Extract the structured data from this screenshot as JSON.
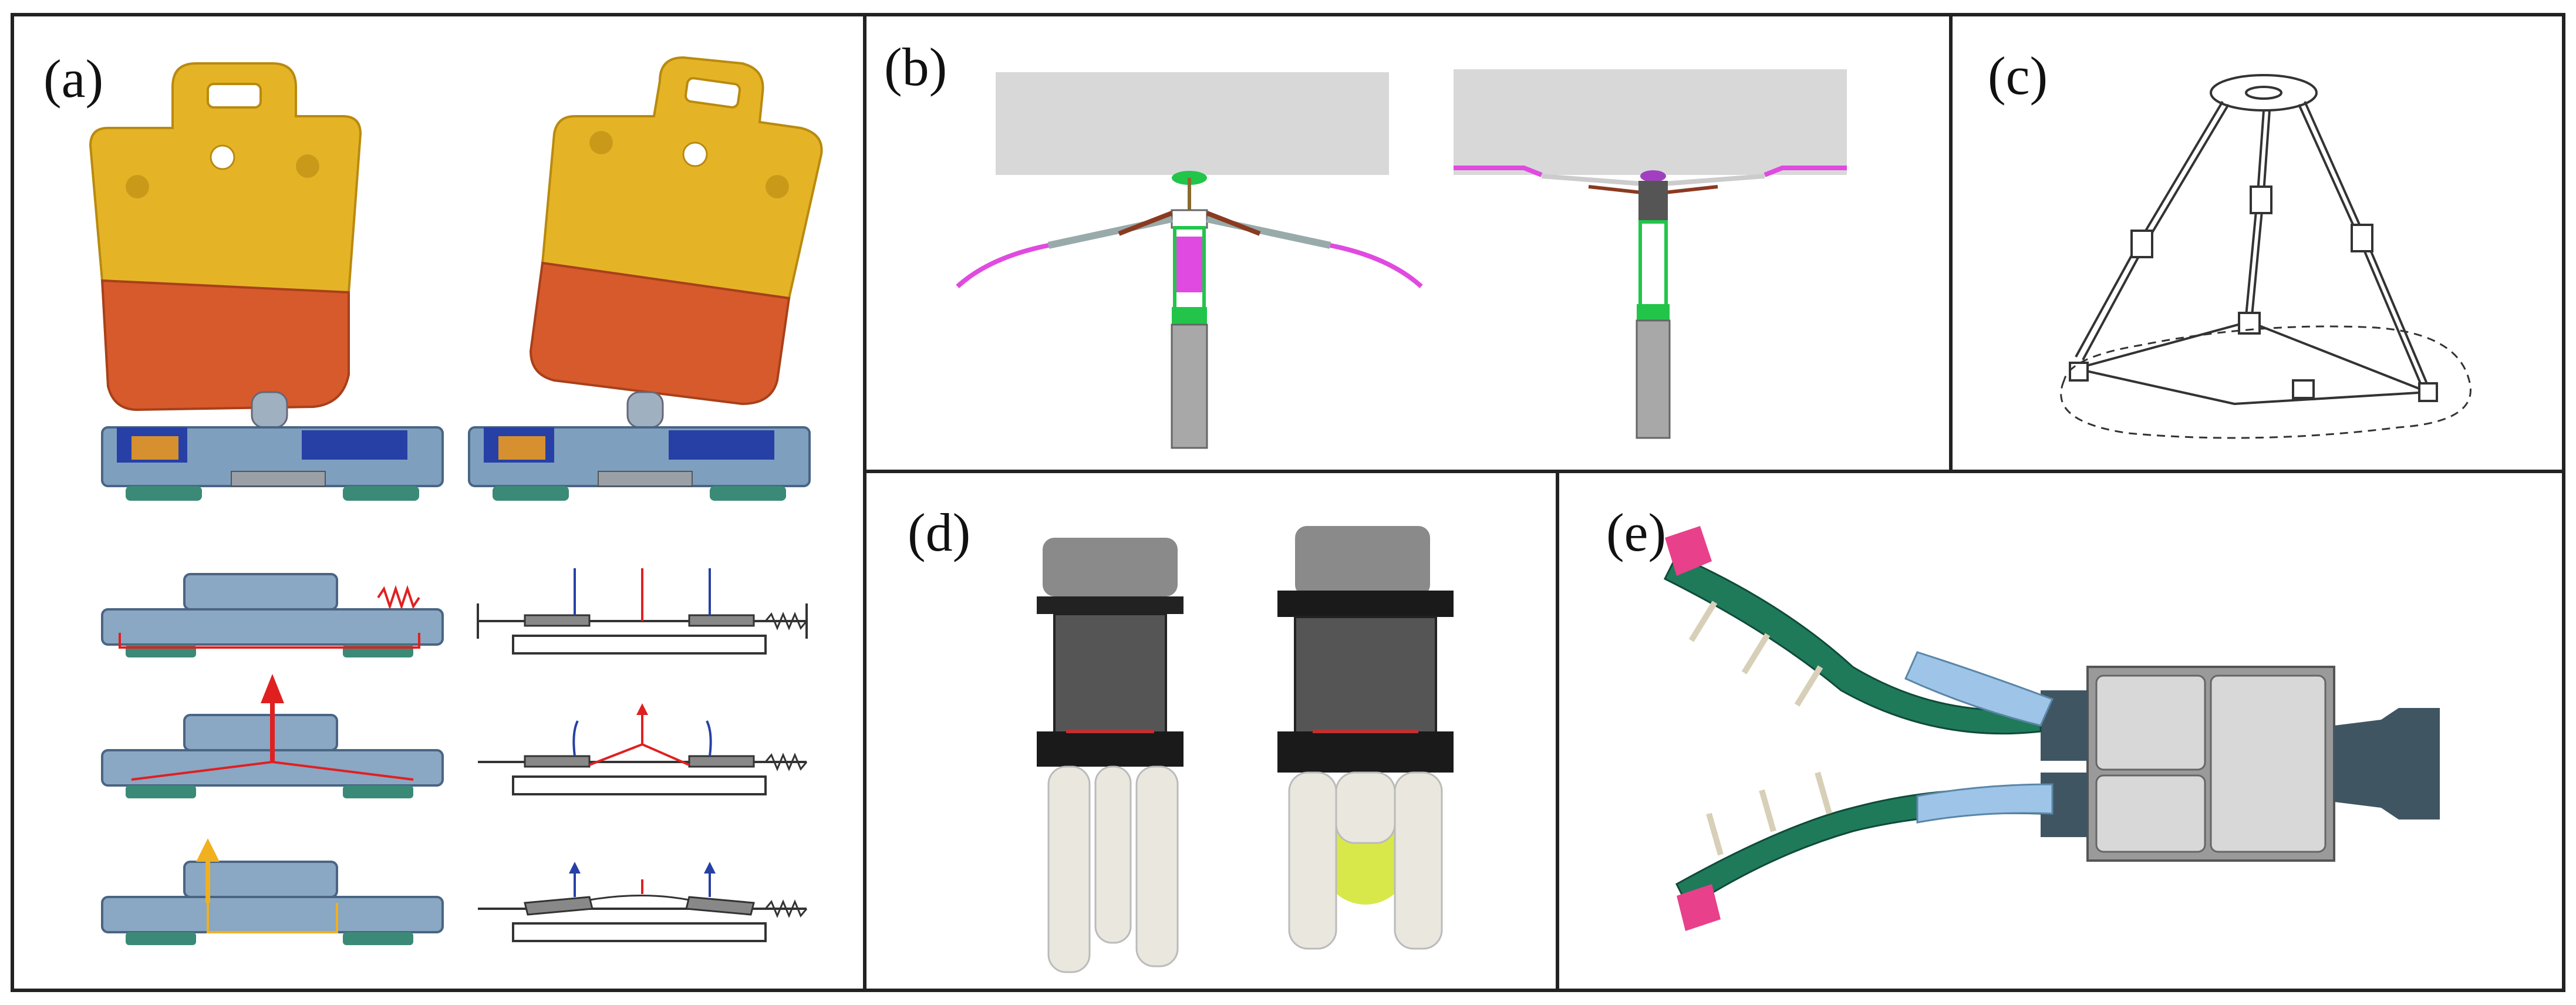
{
  "panels": {
    "a": {
      "label": "(a)"
    },
    "b": {
      "label": "(b)"
    },
    "c": {
      "label": "(c)"
    },
    "d": {
      "label": "(d)"
    },
    "e": {
      "label": "(e)"
    }
  },
  "colors": {
    "yellow_body": "#e5b426",
    "orange_base": "#d65a2c",
    "steel_blue": "#7f9fbf",
    "dark_blue": "#2740a6",
    "teal": "#3a8a77",
    "magenta": "#e04ae0",
    "green": "#22c54a",
    "red_arrow": "#e02020",
    "gold_arrow": "#f0b020",
    "pink_tip": "#e8408a",
    "panel_gray": "#d8d8d8",
    "green_finger": "#1f7a5a",
    "light_blue_pad": "#9ec4e8",
    "dark_slate": "#3f5562"
  },
  "icons": {
    "arrow_up": "arrow-up-icon",
    "spring": "spring-icon"
  }
}
